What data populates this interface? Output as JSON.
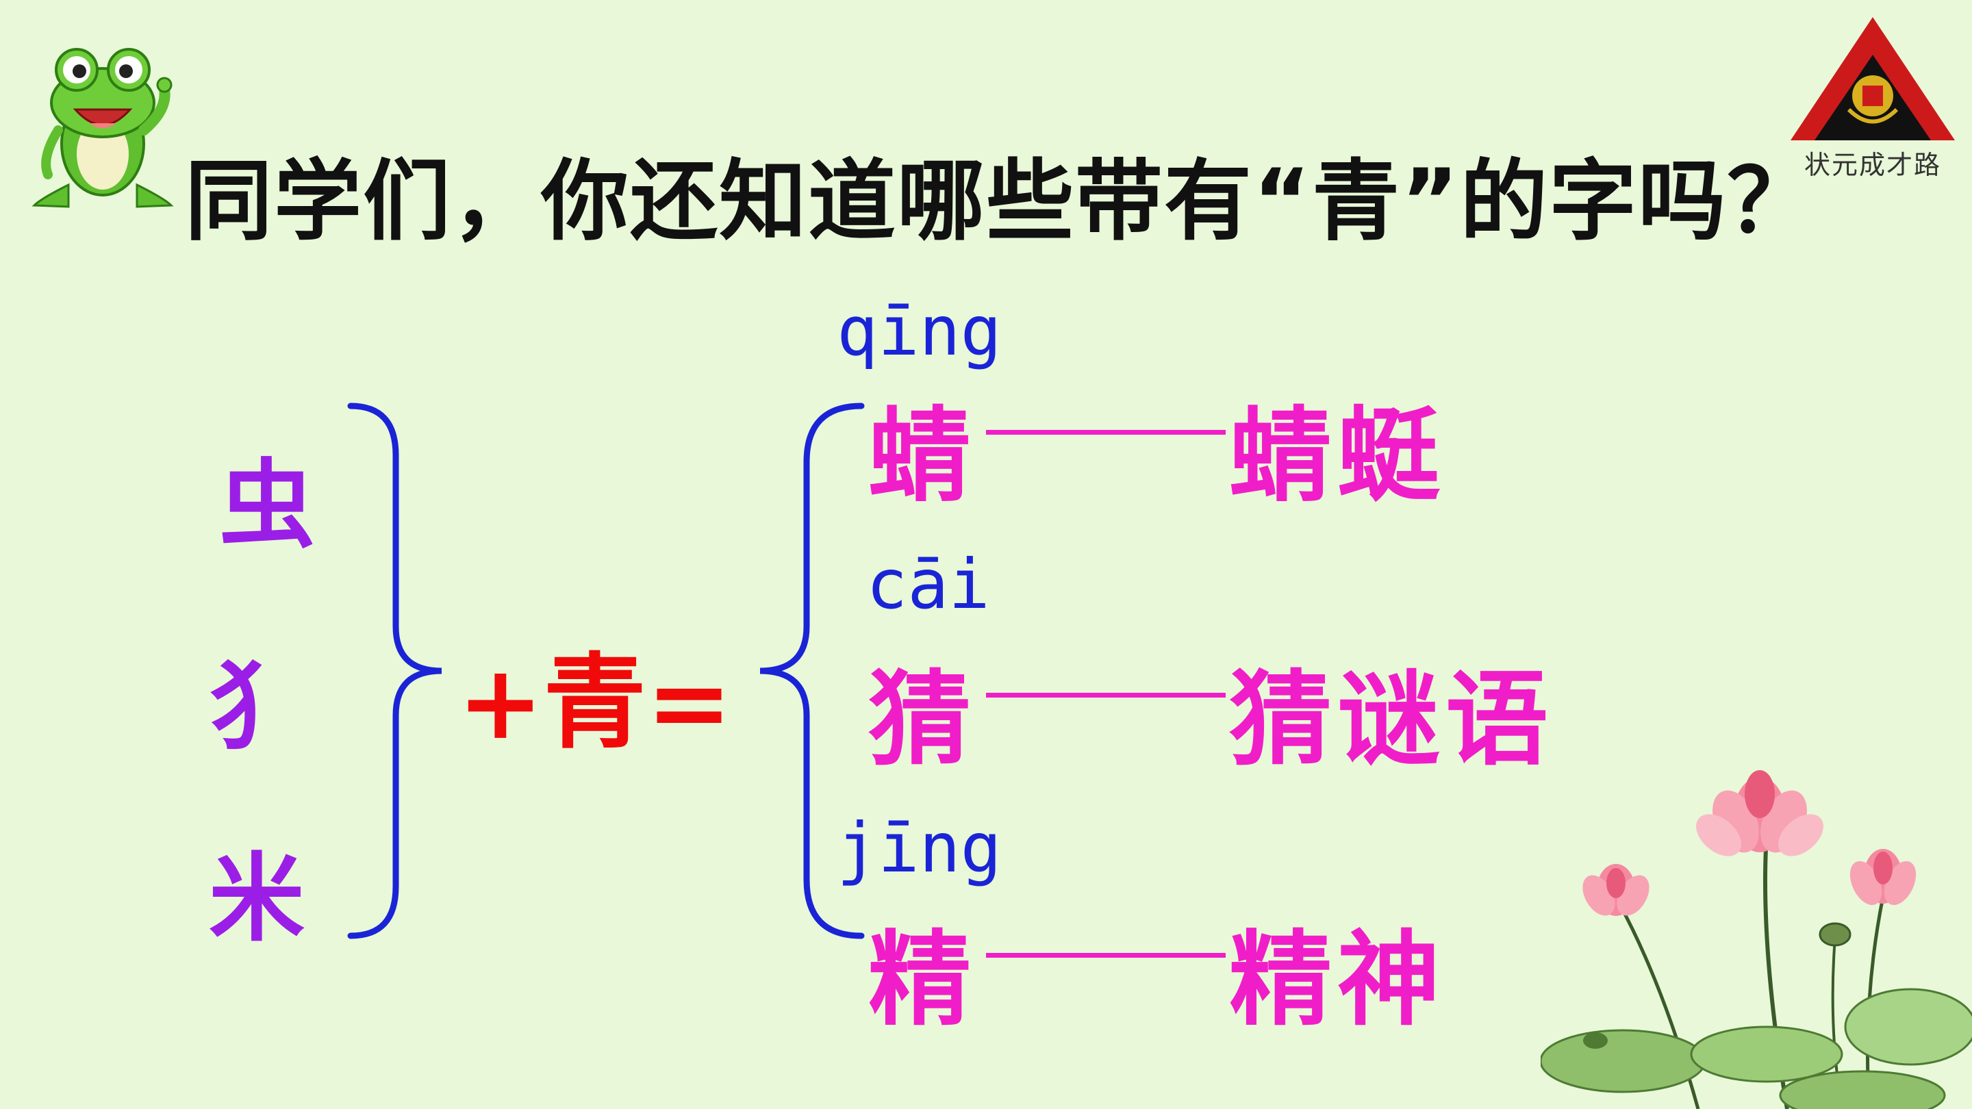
{
  "title": "同学们，你还知道哪些带有“青”的字吗？",
  "radicals": [
    "虫",
    "犭",
    "米"
  ],
  "formula": "+青=",
  "items": [
    {
      "pinyin": "qīng",
      "char": "蜻",
      "word": "蜻蜓"
    },
    {
      "pinyin": "cāi",
      "char": "猜",
      "word": "猜谜语"
    },
    {
      "pinyin": "jīng",
      "char": "精",
      "word": "精神"
    }
  ],
  "logo": {
    "text": "状元成才路"
  },
  "colors": {
    "background": "#e8f8d8",
    "title": "#111111",
    "radical": "#9b1ee6",
    "bracket": "#1a24d6",
    "formula": "#f00a0a",
    "pinyin": "#1a24d6",
    "char": "#f01ec8"
  }
}
